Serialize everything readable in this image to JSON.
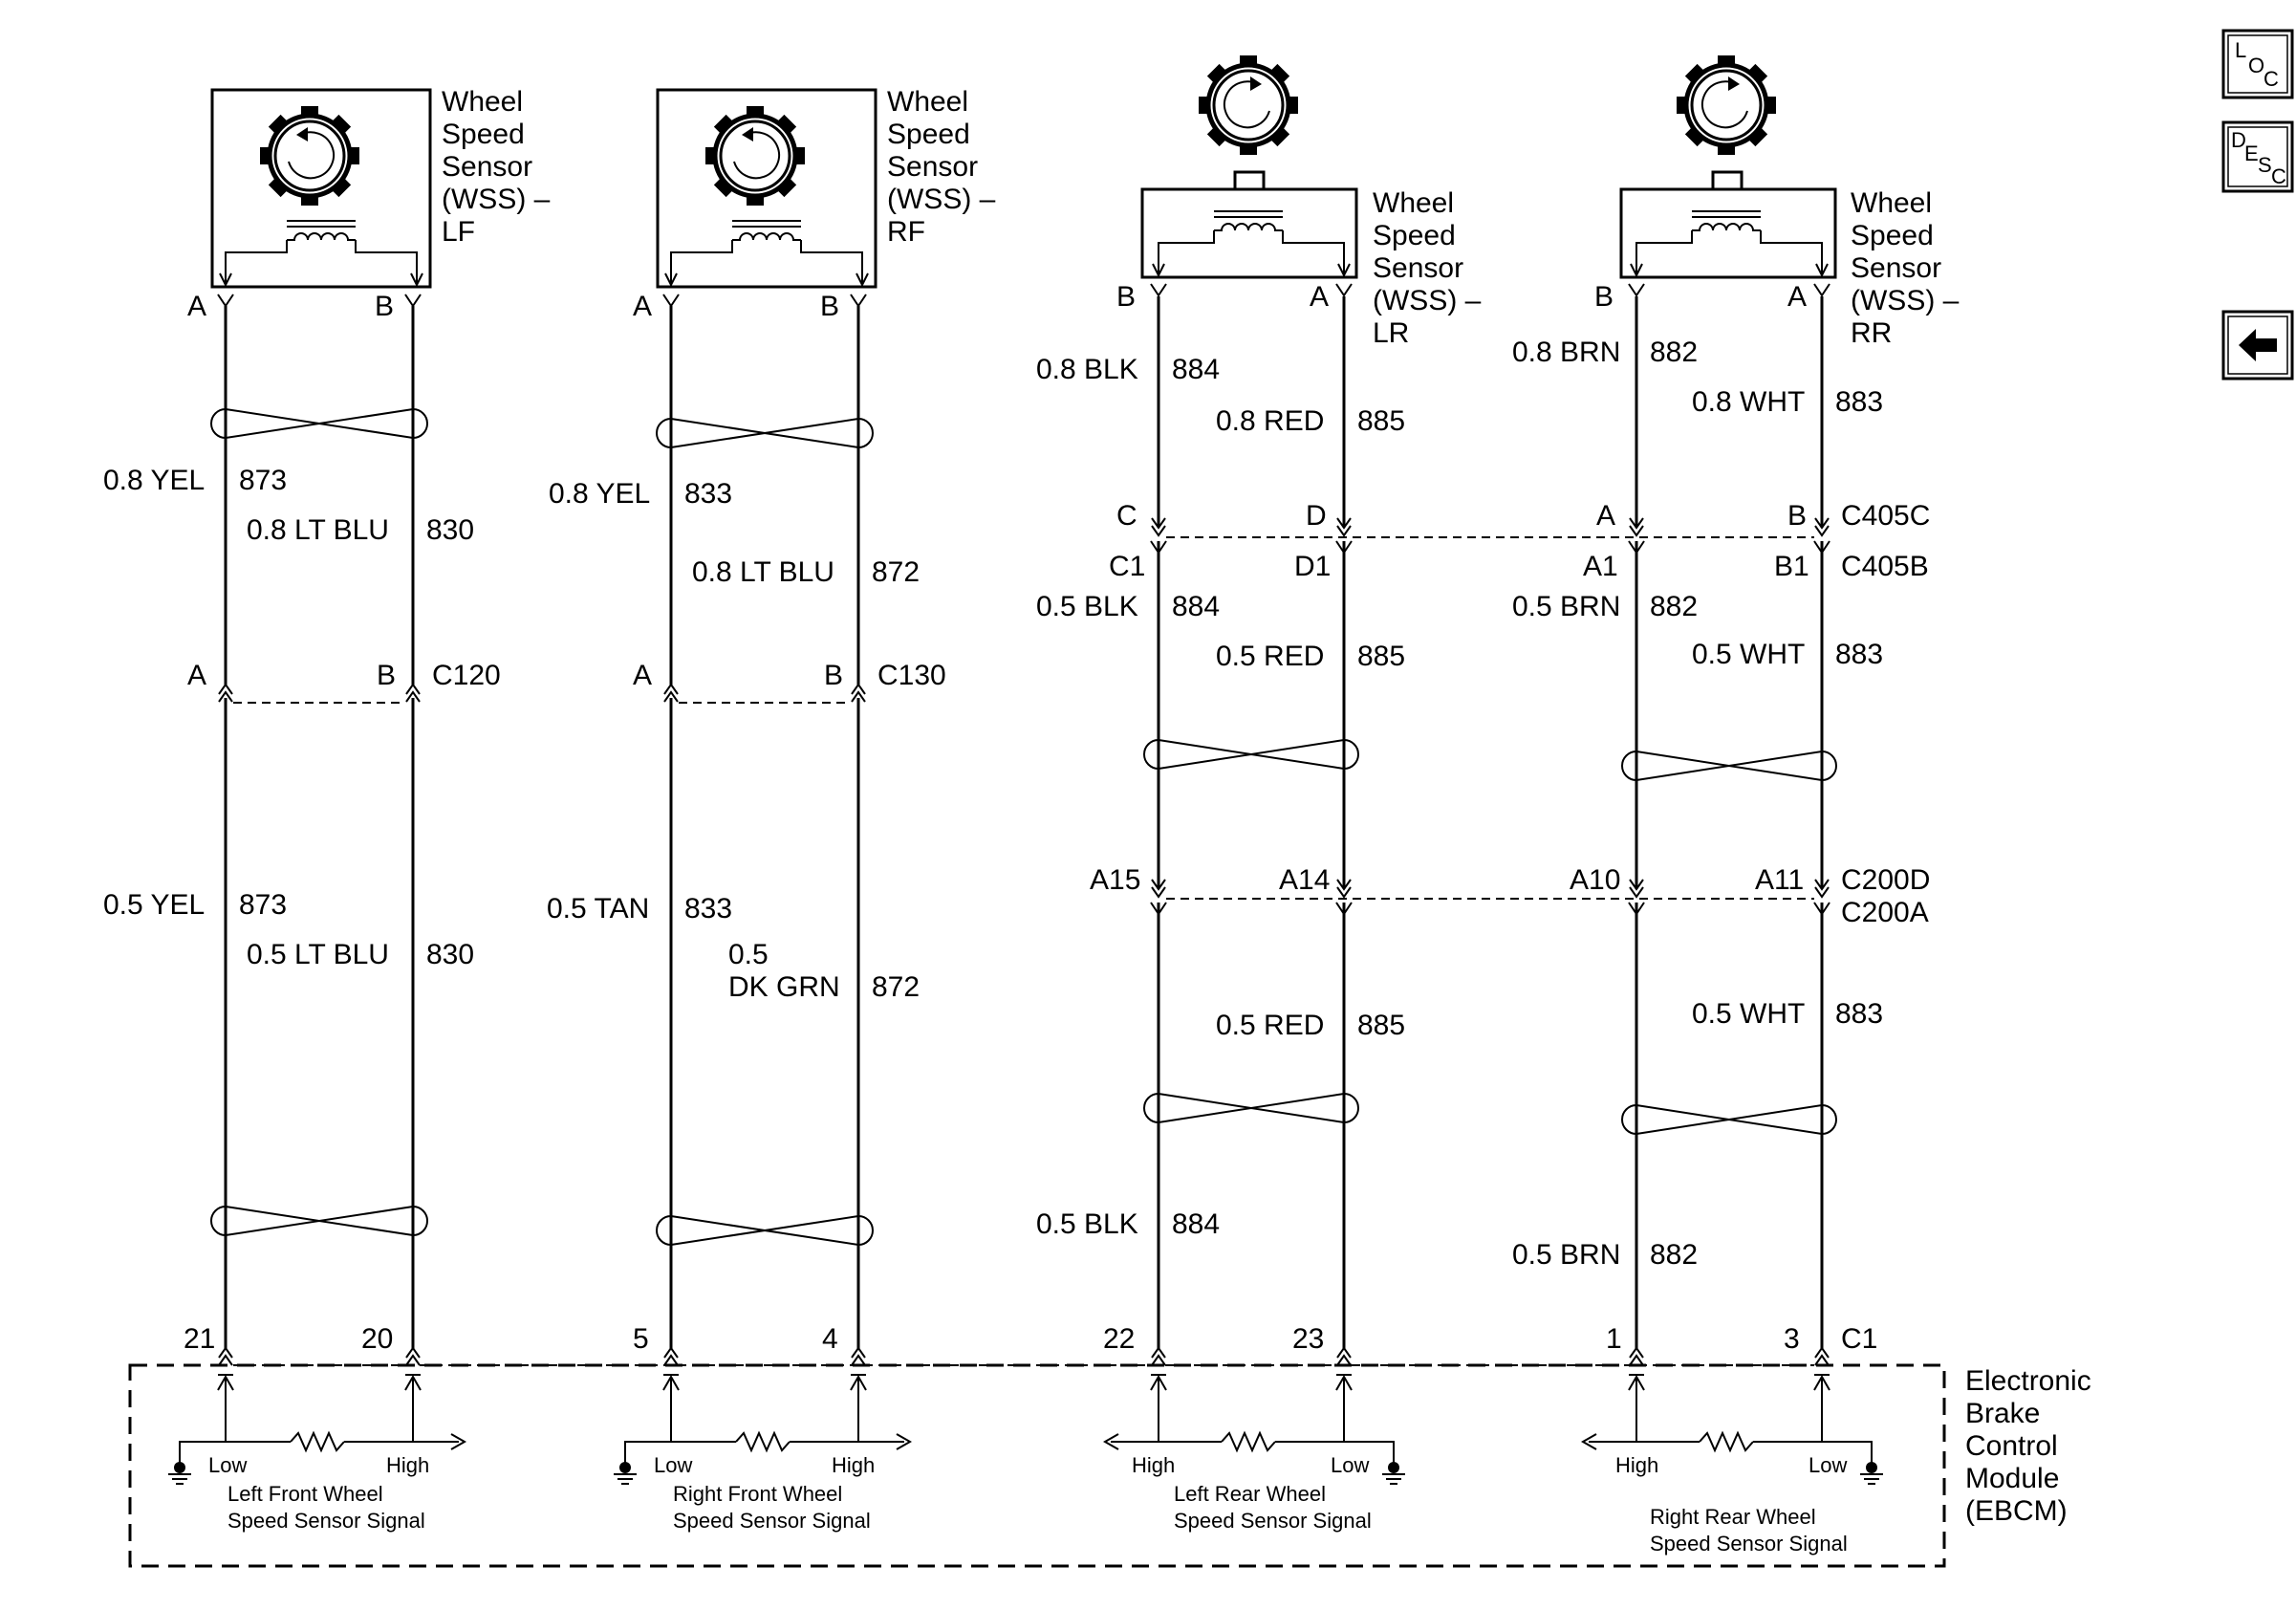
{
  "sensors": {
    "lf": {
      "title": [
        "Wheel",
        "Speed",
        "Sensor",
        "(WSS) –",
        "LF"
      ],
      "pin_left": "A",
      "pin_right": "B"
    },
    "rf": {
      "title": [
        "Wheel",
        "Speed",
        "Sensor",
        "(WSS) –",
        "RF"
      ],
      "pin_left": "A",
      "pin_right": "B"
    },
    "lr": {
      "title": [
        "Wheel",
        "Speed",
        "Sensor",
        "(WSS) –",
        "LR"
      ],
      "pin_left": "B",
      "pin_right": "A"
    },
    "rr": {
      "title": [
        "Wheel",
        "Speed",
        "Sensor",
        "(WSS) –",
        "RR"
      ],
      "pin_left": "B",
      "pin_right": "A"
    }
  },
  "wires": {
    "lf_a_top": {
      "size_color": "0.8 YEL",
      "circuit": "873"
    },
    "lf_b_top": {
      "size_color": "0.8 LT BLU",
      "circuit": "830"
    },
    "lf_a_bot": {
      "size_color": "0.5 YEL",
      "circuit": "873"
    },
    "lf_b_bot": {
      "size_color": "0.5 LT BLU",
      "circuit": "830"
    },
    "rf_a_top": {
      "size_color": "0.8 YEL",
      "circuit": "833"
    },
    "rf_b_top": {
      "size_color": "0.8 LT BLU",
      "circuit": "872"
    },
    "rf_a_bot": {
      "size_color": "0.5 TAN",
      "circuit": "833"
    },
    "rf_b_bot": {
      "size_color_1": "0.5",
      "size_color_2": "DK GRN",
      "circuit": "872"
    },
    "lr_b_top": {
      "size_color": "0.8 BLK",
      "circuit": "884"
    },
    "lr_a_top": {
      "size_color": "0.8 RED",
      "circuit": "885"
    },
    "lr_b_mid": {
      "size_color": "0.5 BLK",
      "circuit": "884"
    },
    "lr_a_mid": {
      "size_color": "0.5 RED",
      "circuit": "885"
    },
    "lr_a_bot": {
      "size_color": "0.5 RED",
      "circuit": "885"
    },
    "lr_b_bot": {
      "size_color": "0.5 BLK",
      "circuit": "884"
    },
    "rr_b_top": {
      "size_color": "0.8 BRN",
      "circuit": "882"
    },
    "rr_a_top": {
      "size_color": "0.8 WHT",
      "circuit": "883"
    },
    "rr_b_mid": {
      "size_color": "0.5 BRN",
      "circuit": "882"
    },
    "rr_a_mid": {
      "size_color": "0.5 WHT",
      "circuit": "883"
    },
    "rr_a_bot": {
      "size_color": "0.5 WHT",
      "circuit": "883"
    },
    "rr_b_bot": {
      "size_color": "0.5 BRN",
      "circuit": "882"
    }
  },
  "connectors": {
    "c120": {
      "name": "C120",
      "pin1": "A",
      "pin2": "B"
    },
    "c130": {
      "name": "C130",
      "pin1": "A",
      "pin2": "B"
    },
    "c405c": {
      "name": "C405C",
      "pins": [
        "C",
        "D",
        "A",
        "B"
      ]
    },
    "c405b": {
      "name": "C405B",
      "pins": [
        "C1",
        "D1",
        "A1",
        "B1"
      ]
    },
    "c200d": {
      "name": "C200D",
      "pins": [
        "A15",
        "A14",
        "A10",
        "A11"
      ]
    },
    "c200a": {
      "name": "C200A"
    },
    "c1": {
      "name": "C1",
      "pins": [
        "21",
        "20",
        "5",
        "4",
        "22",
        "23",
        "1",
        "3"
      ]
    }
  },
  "ebcm": {
    "label": [
      "Electronic",
      "Brake",
      "Control",
      "Module",
      "(EBCM)"
    ],
    "lf": {
      "low": "Low",
      "high": "High",
      "signal": [
        "Left Front Wheel",
        "Speed Sensor Signal"
      ]
    },
    "rf": {
      "low": "Low",
      "high": "High",
      "signal": [
        "Right Front Wheel",
        "Speed Sensor Signal"
      ]
    },
    "lr": {
      "low": "Low",
      "high": "High",
      "signal": [
        "Left Rear Wheel",
        "Speed Sensor Signal"
      ]
    },
    "rr": {
      "low": "Low",
      "high": "High",
      "signal": [
        "Right Rear Wheel",
        "Speed Sensor Signal"
      ]
    }
  },
  "nav": {
    "loc": {
      "l": "L",
      "o": "O",
      "c": "C"
    },
    "desc": {
      "d": "D",
      "e": "E",
      "s": "S",
      "c": "C"
    },
    "back_icon": "left-arrow-icon"
  }
}
